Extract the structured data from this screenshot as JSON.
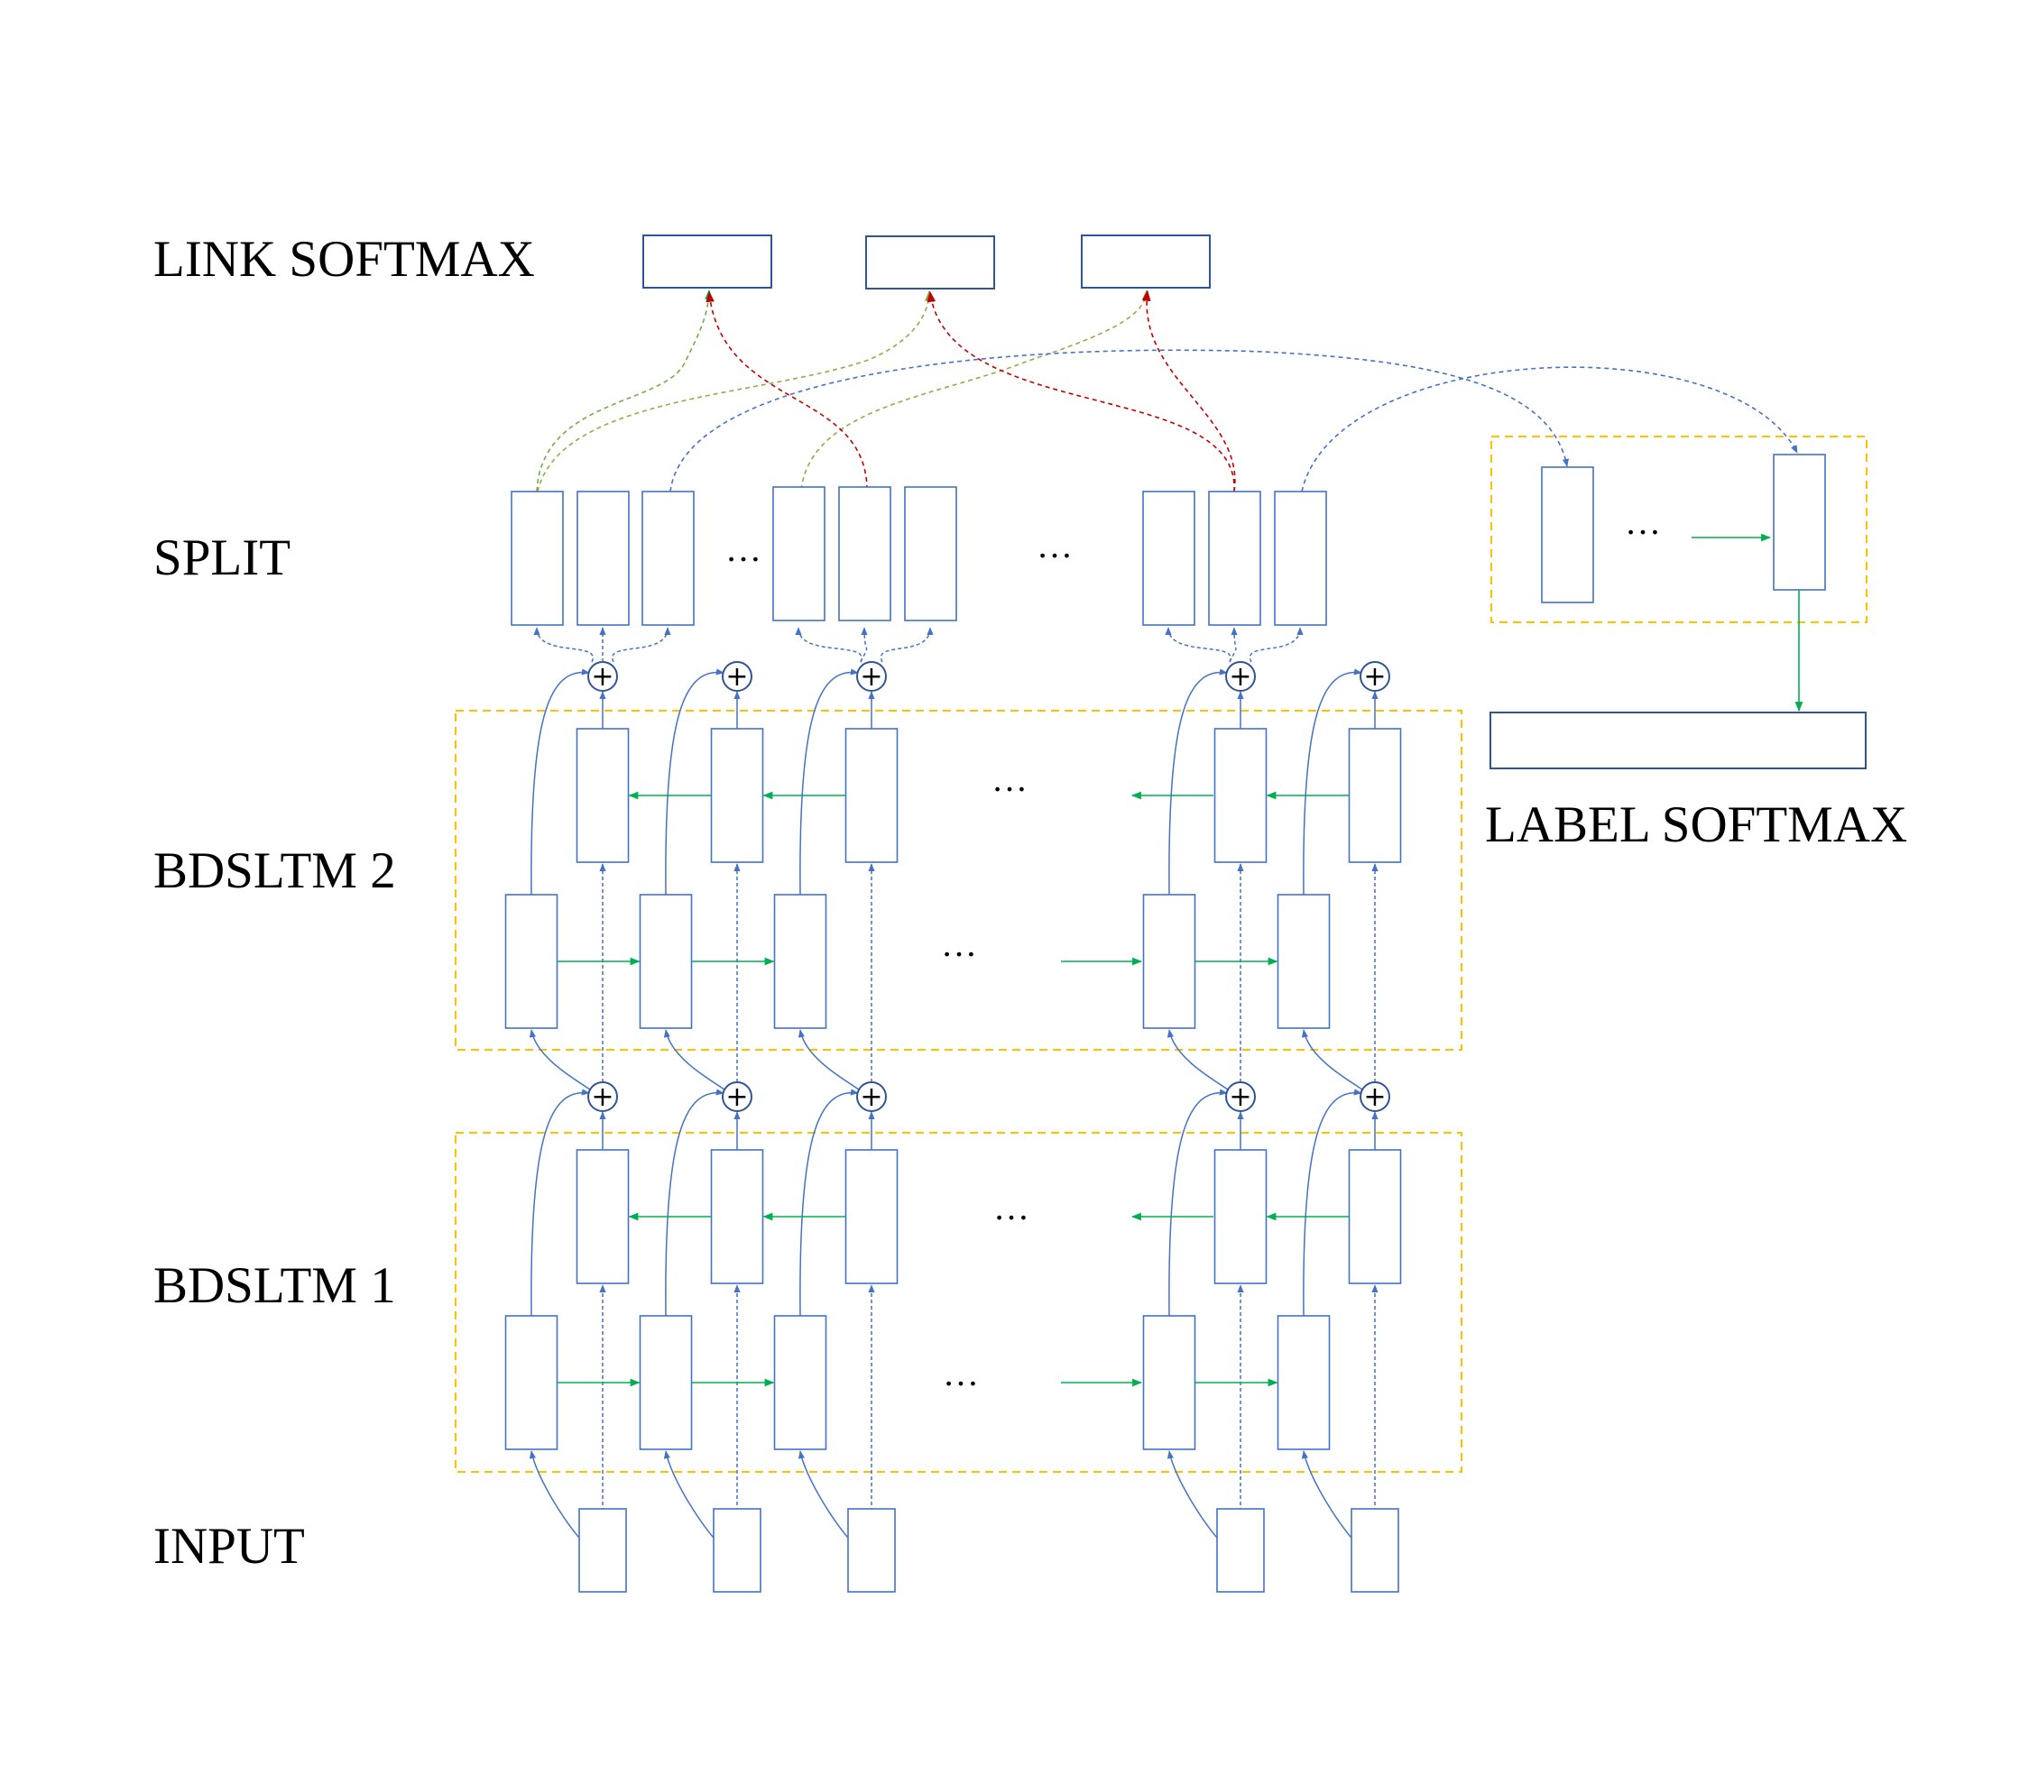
{
  "labels": {
    "link_softmax": "LINK SOFTMAX",
    "split": "SPLIT",
    "bdsltm2": "BDSLTM 2",
    "bdsltm1": "BDSLTM 1",
    "input": "INPUT",
    "label_softmax": "LABEL SOFTMAX"
  },
  "ellipsis": "…",
  "plus_symbol": "+",
  "colors": {
    "box_stroke": "#4472c4",
    "softmax_stroke": "#2f5597",
    "forward_arrow": "#00b050",
    "layer_frame": "#ffc000",
    "link_green": "#70ad47",
    "link_red": "#c00000",
    "link_olive": "#9aa84a",
    "link_blue": "#4472c4"
  }
}
